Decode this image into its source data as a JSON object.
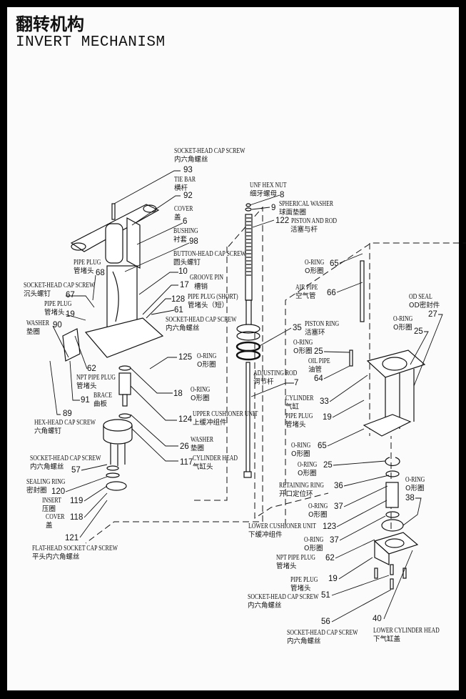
{
  "title": {
    "cn": "翻转机构",
    "en": "INVERT MECHANISM"
  },
  "callouts": [
    {
      "num": "93",
      "en": "SOCKET-HEAD CAP SCREW",
      "cn": "内六角螺丝"
    },
    {
      "num": "92",
      "en": "TIE BAR",
      "cn": "横杆"
    },
    {
      "num": "6",
      "en": "COVER",
      "cn": "盖"
    },
    {
      "num": "98",
      "en": "BUSHING",
      "cn": "衬套"
    },
    {
      "num": "10",
      "en": "BUTTON-HEAD CAP SCREW",
      "cn": "圆头螺钉"
    },
    {
      "num": "68",
      "en": "PIPE PLUG",
      "cn": "管堵头"
    },
    {
      "num": "17",
      "en": "GROOVE PIN",
      "cn": "槽销"
    },
    {
      "num": "67",
      "en": "SOCKET-HEAD CAP SCREW",
      "cn": "沉头螺钉"
    },
    {
      "num": "128",
      "en": "PIPE PLUG (SHORT)",
      "cn": "管堵头（短）"
    },
    {
      "num": "19",
      "en": "PIPE PLUG",
      "cn": "管堵头"
    },
    {
      "num": "61",
      "en": "SOCKET-HEAD CAP SCREW",
      "cn": "内六角螺丝"
    },
    {
      "num": "90",
      "en": "WASHER",
      "cn": "垫圈"
    },
    {
      "num": "125",
      "en": "O-RING",
      "cn": "O形圈"
    },
    {
      "num": "62",
      "en": "NPT PIPE PLUG",
      "cn": "管堵头"
    },
    {
      "num": "91",
      "en": "BRACE",
      "cn": "曲板"
    },
    {
      "num": "18",
      "en": "O-RING",
      "cn": "O形圈"
    },
    {
      "num": "124",
      "en": "UPPER CUSHIONER UNIT",
      "cn": "上缓冲组件"
    },
    {
      "num": "89",
      "en": "HEX-HEAD CAP SCREW",
      "cn": "六角螺钉"
    },
    {
      "num": "26",
      "en": "WASHER",
      "cn": "垫圈"
    },
    {
      "num": "117",
      "en": "CYLINDER HEAD",
      "cn": "气缸头"
    },
    {
      "num": "57",
      "en": "SOCKET-HEAD CAP SCREW",
      "cn": "内六角螺丝"
    },
    {
      "num": "120",
      "en": "SEALING RING",
      "cn": "密封圈"
    },
    {
      "num": "119",
      "en": "INSERT",
      "cn": "压圈"
    },
    {
      "num": "118",
      "en": "COVER",
      "cn": "盖"
    },
    {
      "num": "121",
      "en": "FLAT-HEAD SOCKET CAP SCREW",
      "cn": "平头内六角螺丝"
    },
    {
      "num": "8",
      "en": "UNF HEX NUT",
      "cn": "细牙螺母"
    },
    {
      "num": "9",
      "en": "SPHERICAL WASHER",
      "cn": "球面垫圈"
    },
    {
      "num": "122",
      "en": "PISTON AND ROD",
      "cn": "活塞与杆"
    },
    {
      "num": "65",
      "en": "O-RING",
      "cn": "O形圈"
    },
    {
      "num": "66",
      "en": "AIR PIPE",
      "cn": "空气管"
    },
    {
      "num": "27",
      "en": "OD SEAL",
      "cn": "OD密封件"
    },
    {
      "num": "25",
      "en": "O-RING",
      "cn": "O形圈"
    },
    {
      "num": "35",
      "en": "PISTON RING",
      "cn": "活塞环"
    },
    {
      "num": "25",
      "en": "O-RING",
      "cn": "O形圈"
    },
    {
      "num": "64",
      "en": "OIL PIPE",
      "cn": "油管"
    },
    {
      "num": "7",
      "en": "ADJUSTING ROD",
      "cn": "调节杆"
    },
    {
      "num": "33",
      "en": "CYLINDER",
      "cn": "气缸"
    },
    {
      "num": "19",
      "en": "PIPE PLUG",
      "cn": "管堵头"
    },
    {
      "num": "65",
      "en": "O-RING",
      "cn": "O形圈"
    },
    {
      "num": "25",
      "en": "O-RING",
      "cn": "O形圈"
    },
    {
      "num": "36",
      "en": "RETAINING RING",
      "cn": "开口定位环"
    },
    {
      "num": "38",
      "en": "O-RING",
      "cn": "O形圈"
    },
    {
      "num": "37",
      "en": "O-RING",
      "cn": "O形圈"
    },
    {
      "num": "123",
      "en": "LOWER CUSHIONER UNIT",
      "cn": "下缓冲组件"
    },
    {
      "num": "37",
      "en": "O-RING",
      "cn": "O形圈"
    },
    {
      "num": "62",
      "en": "NPT PIPE PLUG",
      "cn": "管堵头"
    },
    {
      "num": "19",
      "en": "PIPE PLUG",
      "cn": "管堵头"
    },
    {
      "num": "51",
      "en": "SOCKET-HEAD CAP SCREW",
      "cn": "内六角螺丝"
    },
    {
      "num": "56",
      "en": "SOCKET-HEAD CAP SCREW",
      "cn": "内六角螺丝"
    },
    {
      "num": "40",
      "en": "LOWER CYLINDER HEAD",
      "cn": "下气缸盖"
    }
  ]
}
